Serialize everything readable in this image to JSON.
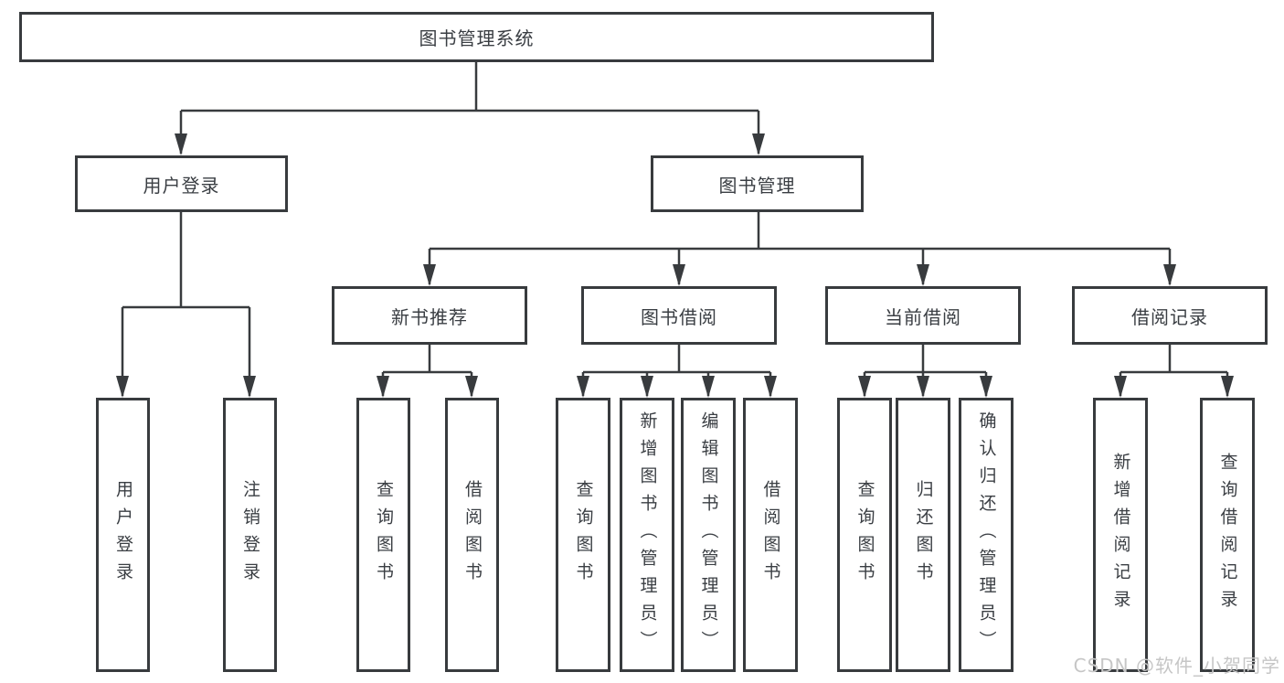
{
  "colors": {
    "line": "#383b3e",
    "box_border": "#383b3e",
    "text": "#3a3e43",
    "background": "#ffffff",
    "watermark": "#c6c6c6"
  },
  "watermark": {
    "text": "CSDN @软件_小贺同学"
  },
  "nodes": {
    "root": {
      "label": "图书管理系统"
    },
    "user_login": {
      "label": "用户登录"
    },
    "book_mgmt": {
      "label": "图书管理"
    },
    "new_book_rec": {
      "label": "新书推荐"
    },
    "book_borrow": {
      "label": "图书借阅"
    },
    "current_borrow": {
      "label": "当前借阅"
    },
    "borrow_records": {
      "label": "借阅记录"
    },
    "leaf_user_login": {
      "label": "用户登录"
    },
    "leaf_logout": {
      "label": "注销登录"
    },
    "leaf_rec_query": {
      "label": "查询图书"
    },
    "leaf_rec_borrow": {
      "label": "借阅图书"
    },
    "leaf_bb_query": {
      "label": "查询图书"
    },
    "leaf_bb_add": {
      "label": "新增图书（管理员）"
    },
    "leaf_bb_edit": {
      "label": "编辑图书（管理员）"
    },
    "leaf_bb_borrow": {
      "label": "借阅图书"
    },
    "leaf_cb_query": {
      "label": "查询图书"
    },
    "leaf_cb_return": {
      "label": "归还图书"
    },
    "leaf_cb_confirm": {
      "label": "确认归还（管理员）"
    },
    "leaf_br_add": {
      "label": "新增借阅记录"
    },
    "leaf_br_query": {
      "label": "查询借阅记录"
    }
  },
  "hierarchy": {
    "图书管理系统": {
      "用户登录": [
        "用户登录",
        "注销登录"
      ],
      "图书管理": {
        "新书推荐": [
          "查询图书",
          "借阅图书"
        ],
        "图书借阅": [
          "查询图书",
          "新增图书（管理员）",
          "编辑图书（管理员）",
          "借阅图书"
        ],
        "当前借阅": [
          "查询图书",
          "归还图书",
          "确认归还（管理员）"
        ],
        "借阅记录": [
          "新增借阅记录",
          "查询借阅记录"
        ]
      }
    }
  }
}
